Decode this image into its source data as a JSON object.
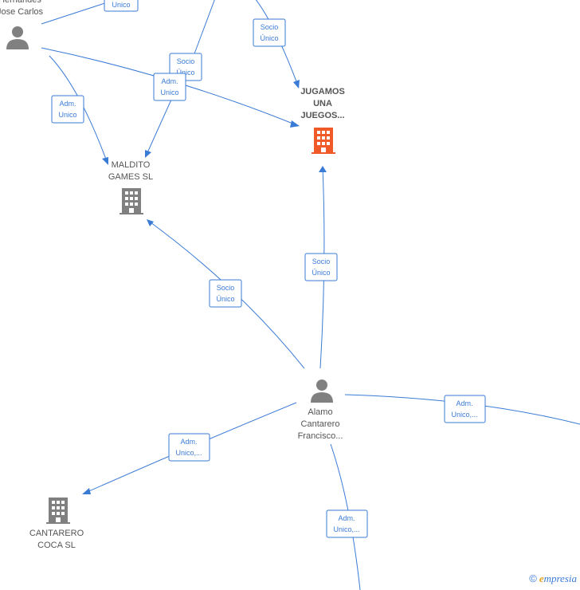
{
  "colors": {
    "edge": "#3a7bd5",
    "person": "#808080",
    "company": "#808080",
    "company_highlight": "#f05a28"
  },
  "nodes": {
    "top_person": {
      "lines": [
        "Hernandes",
        "Jose Carlos"
      ],
      "icon": "person-icon"
    },
    "jugamos": {
      "lines": [
        "JUGAMOS",
        "UNA",
        "JUEGOS..."
      ],
      "icon": "building-icon"
    },
    "maldito": {
      "lines": [
        "MALDITO",
        "GAMES SL"
      ],
      "icon": "building-icon"
    },
    "alamo": {
      "lines": [
        "Alamo",
        "Cantarero",
        "Francisco..."
      ],
      "icon": "person-icon"
    },
    "cantarero": {
      "lines": [
        "CANTARERO",
        "COCA SL"
      ],
      "icon": "building-icon"
    }
  },
  "edge_labels": {
    "top_partial": [
      "Unico"
    ],
    "socio_top": [
      "Socio",
      "Único"
    ],
    "socio_mid": [
      "Socio",
      "Único"
    ],
    "adm_mid": [
      "Adm.",
      "Unico"
    ],
    "adm_left": [
      "Adm.",
      "Unico"
    ],
    "socio_maldito": [
      "Socio",
      "Único"
    ],
    "socio_jugamos": [
      "Socio",
      "Único"
    ],
    "adm_right": [
      "Adm.",
      "Unico,..."
    ],
    "adm_cantarero": [
      "Adm.",
      "Unico,..."
    ],
    "adm_bottom": [
      "Adm.",
      "Unico,..."
    ]
  },
  "brand": {
    "copyright": "©",
    "name_initial": "e",
    "name_rest": "mpresia"
  }
}
